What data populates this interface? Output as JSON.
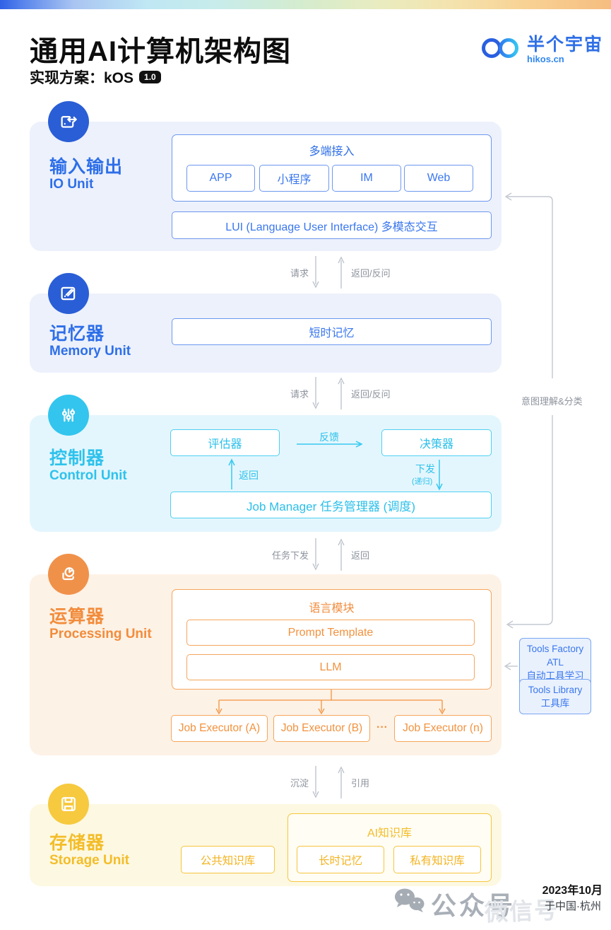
{
  "meta": {
    "title": "通用AI计算机架构图",
    "subtitle": "实现方案：kOS",
    "version_badge": "1.0",
    "logo_text": "半个宇宙",
    "logo_domain": "hikos.cn"
  },
  "accents": {
    "blue": "#2e6fe8",
    "cyan": "#2ec2ec",
    "orange": "#f28c3c",
    "gold": "#f3bd2a",
    "arrow_gray": "#b9bfc8"
  },
  "units": {
    "io": {
      "name_cn": "输入输出",
      "name_en": "IO Unit",
      "group_title": "多端接入",
      "channels": [
        "APP",
        "小程序",
        "IM",
        "Web"
      ],
      "lui": "LUI (Language User Interface) 多模态交互"
    },
    "memory": {
      "name_cn": "记忆器",
      "name_en": "Memory Unit",
      "short_term": "短时记忆"
    },
    "control": {
      "name_cn": "控制器",
      "name_en": "Control Unit",
      "evaluator": "评估器",
      "decider": "决策器",
      "feedback": "反馈",
      "return_label": "返回",
      "dispatch": "下发",
      "recursive": "(递归)",
      "job_manager": "Job Manager 任务管理器 (调度)"
    },
    "processing": {
      "name_cn": "运算器",
      "name_en": "Processing Unit",
      "lang_module": "语言模块",
      "prompt_template": "Prompt Template",
      "llm": "LLM",
      "executors": [
        "Job Executor (A)",
        "Job Executor (B)",
        "Job Executor (n)"
      ],
      "ellipsis": "···"
    },
    "storage": {
      "name_cn": "存储器",
      "name_en": "Storage Unit",
      "public_kb": "公共知识库",
      "ai_kb_title": "AI知识库",
      "long_term": "长时记忆",
      "private_kb": "私有知识库"
    }
  },
  "flows": {
    "io_memory": {
      "down": "请求",
      "up": "返回/反问"
    },
    "memory_control": {
      "down": "请求",
      "up": "返回/反问"
    },
    "control_processing": {
      "down": "任务下发",
      "up": "返回"
    },
    "processing_storage": {
      "down": "沉淀",
      "up": "引用"
    }
  },
  "side": {
    "intent_label": "意图理解&分类",
    "tools_factory_l1": "Tools Factory",
    "tools_factory_l2": "ATL",
    "tools_factory_l3": "自动工具学习",
    "tools_library_l1": "Tools Library",
    "tools_library_l2": "工具库"
  },
  "footer": {
    "account_label": "公众号",
    "watermark": "微信号",
    "date": "2023年10月",
    "location": "于中国·杭州"
  }
}
